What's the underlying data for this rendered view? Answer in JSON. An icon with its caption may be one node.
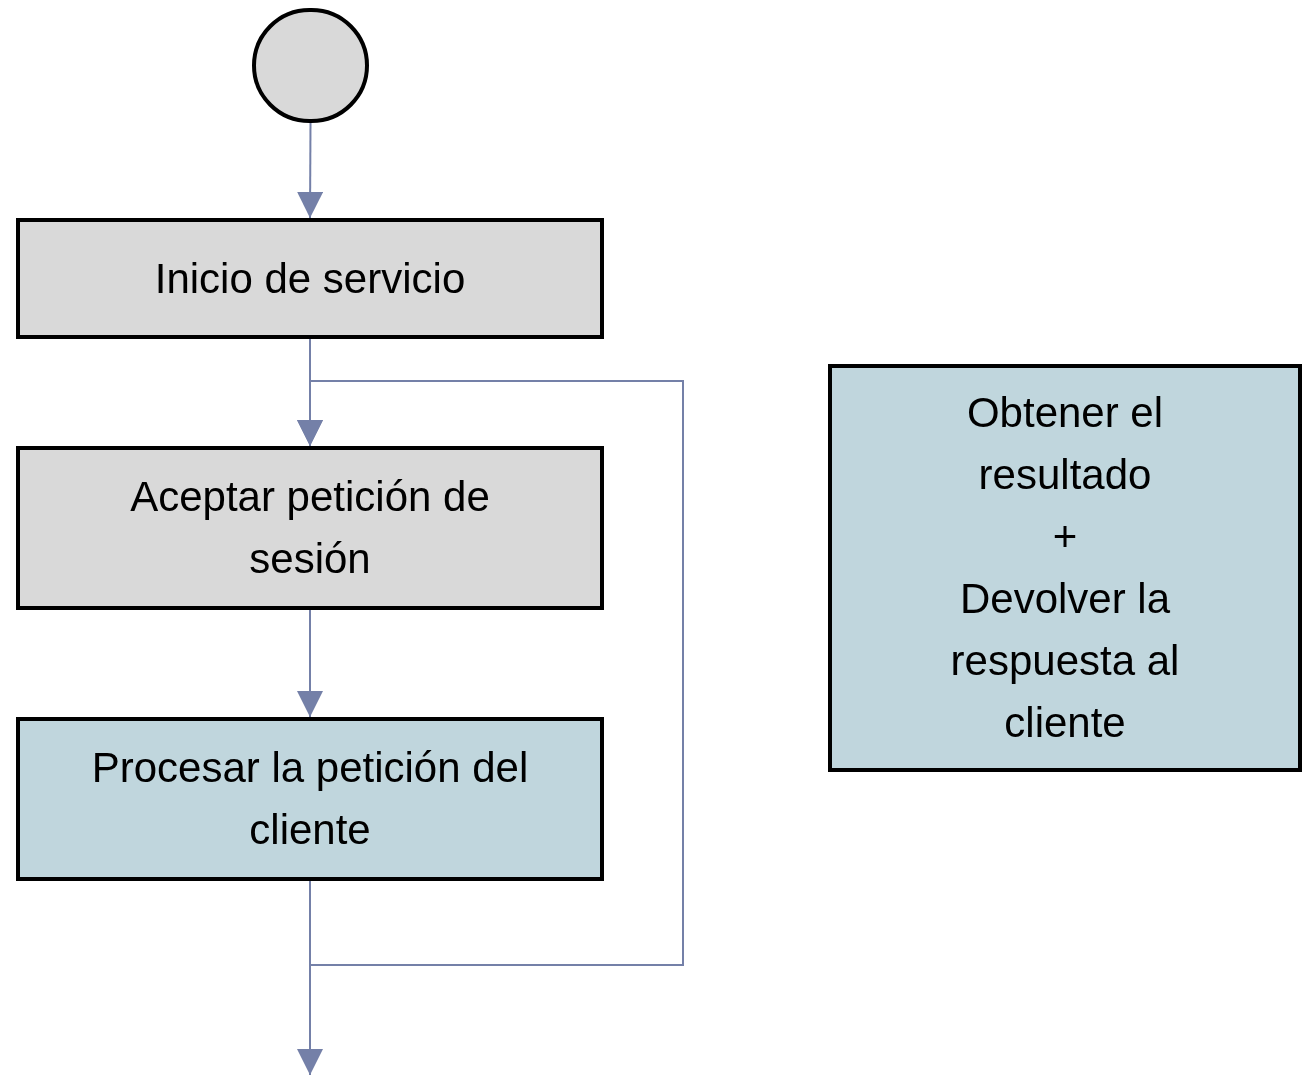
{
  "diagram": {
    "nodes": [
      {
        "text": [],
        "shape": "circle"
      },
      {
        "text": [
          "Inicio de servicio"
        ]
      },
      {
        "text": [
          "Aceptar petición de sesión"
        ]
      },
      {
        "text": [
          "Procesar la petición del cliente"
        ]
      },
      {
        "text": [
          "Obtener el resultado",
          "+",
          "Devolver la respuesta al cliente"
        ]
      }
    ],
    "edges": [
      {
        "from": 0,
        "to": 1,
        "arrow": "to"
      },
      {
        "from": 1,
        "to": 2,
        "arrow": "to"
      },
      {
        "from": 2,
        "to": 3,
        "arrow": "to"
      },
      {
        "from": 3,
        "to": null,
        "arrow": "to"
      },
      {
        "from": 3,
        "to": 2,
        "arrow": "to"
      }
    ]
  }
}
